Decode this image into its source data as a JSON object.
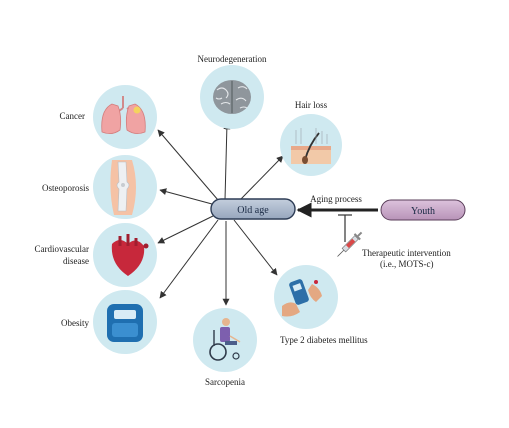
{
  "center_node": {
    "label": "Old age"
  },
  "source_node": {
    "label": "Youth"
  },
  "aging_label": "Aging process",
  "intervention": {
    "line1": "Therapeutic intervention",
    "line2": "(i.e., MOTS-c)"
  },
  "conditions": [
    {
      "key": "neurodegeneration",
      "label": "Neurodegeneration",
      "icon": "brain-icon"
    },
    {
      "key": "hair_loss",
      "label": "Hair loss",
      "icon": "hair-follicle-icon"
    },
    {
      "key": "cancer",
      "label": "Cancer",
      "icon": "lungs-tumor-icon"
    },
    {
      "key": "osteoporosis",
      "label": "Osteoporosis",
      "icon": "knee-joint-icon"
    },
    {
      "key": "cardiovascular",
      "label_line1": "Cardiovascular",
      "label_line2": "disease",
      "icon": "heart-icon"
    },
    {
      "key": "obesity",
      "label": "Obesity",
      "icon": "weighing-scale-icon"
    },
    {
      "key": "sarcopenia",
      "label": "Sarcopenia",
      "icon": "wheelchair-elder-icon"
    },
    {
      "key": "type2_diabetes",
      "label": "Type 2 diabetes mellitus",
      "icon": "glucose-meter-icon"
    }
  ],
  "colors": {
    "circle_fill": "#cfe9f0",
    "pill_fill": "#a9b7cc",
    "youth_fill": "#c9a9c9",
    "arrow": "#333333"
  }
}
